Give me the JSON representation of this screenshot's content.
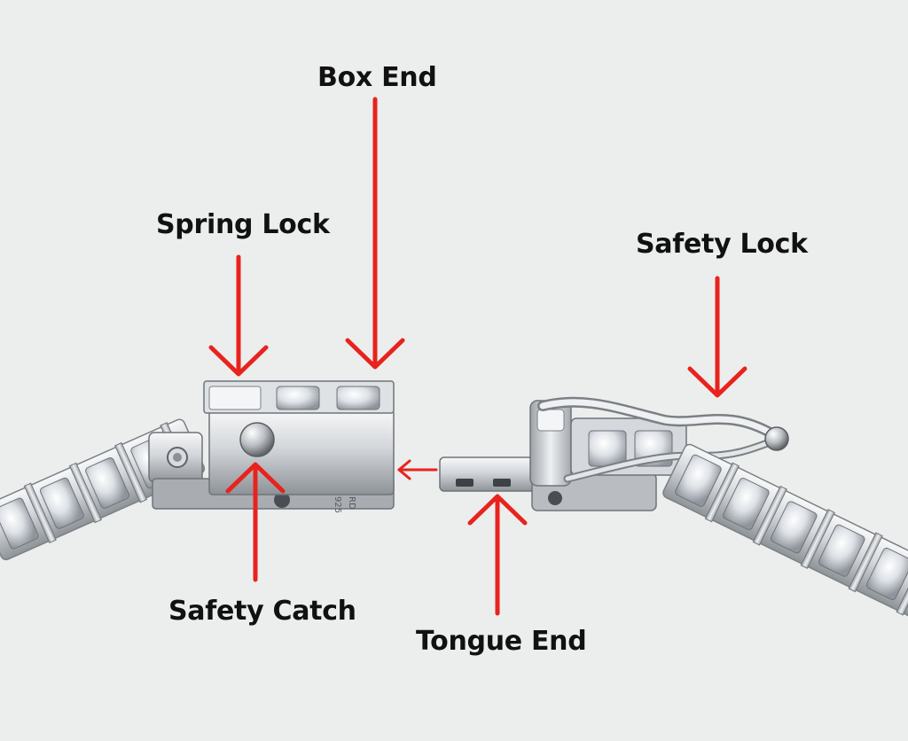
{
  "labels": {
    "box_end": "Box End",
    "spring_lock": "Spring Lock",
    "safety_lock": "Safety Lock",
    "safety_catch": "Safety Catch",
    "tongue_end": "Tongue End"
  },
  "colors": {
    "background": "#eceeed",
    "arrow": "#e8231d",
    "text": "#111111",
    "metal": "#c9ccd0"
  },
  "icons": {
    "arrow": "red-callout-arrow",
    "clasp": "box-clasp-illustration"
  }
}
